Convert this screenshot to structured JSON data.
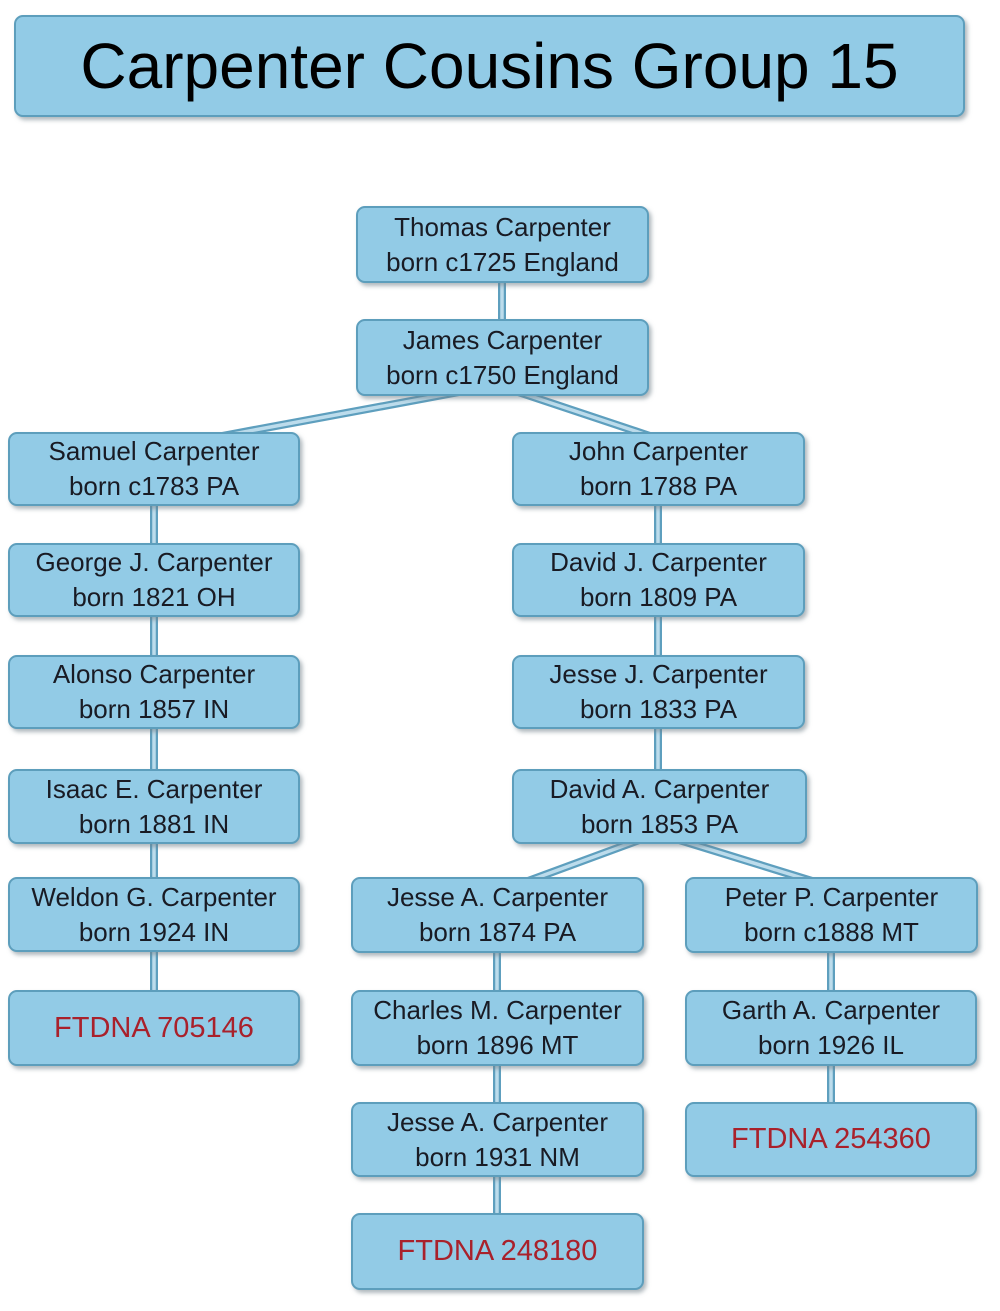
{
  "title": "Carpenter Cousins Group 15",
  "colors": {
    "background": "#ffffff",
    "box_fill": "#92cbe6",
    "box_border": "#5d9ebc",
    "connector_dark": "#5e9fbe",
    "connector_light": "#bcdcec",
    "name_text": "#191b24",
    "ftdna_text": "#a9212b"
  },
  "nodes": {
    "thomas": {
      "line1": "Thomas Carpenter",
      "line2": "born c1725 England"
    },
    "james": {
      "line1": "James Carpenter",
      "line2": "born c1750 England"
    },
    "samuel": {
      "line1": "Samuel Carpenter",
      "line2": "born c1783 PA"
    },
    "john": {
      "line1": "John Carpenter",
      "line2": "born 1788 PA"
    },
    "george": {
      "line1": "George J. Carpenter",
      "line2": "born 1821 OH"
    },
    "davidj": {
      "line1": "David J. Carpenter",
      "line2": "born 1809 PA"
    },
    "alonso": {
      "line1": "Alonso Carpenter",
      "line2": "born 1857 IN"
    },
    "jessej": {
      "line1": "Jesse J. Carpenter",
      "line2": "born 1833 PA"
    },
    "isaac": {
      "line1": "Isaac E. Carpenter",
      "line2": "born 1881 IN"
    },
    "davida": {
      "line1": "David A. Carpenter",
      "line2": "born 1853 PA"
    },
    "weldon": {
      "line1": "Weldon G. Carpenter",
      "line2": "born 1924 IN"
    },
    "jessea1874": {
      "line1": "Jesse A. Carpenter",
      "line2": "born 1874 PA"
    },
    "peterp": {
      "line1": "Peter P. Carpenter",
      "line2": "born c1888 MT"
    },
    "ftdna705146": {
      "label": "FTDNA 705146"
    },
    "charlesm": {
      "line1": "Charles M. Carpenter",
      "line2": "born 1896 MT"
    },
    "gartha": {
      "line1": "Garth A. Carpenter",
      "line2": "born 1926 IL"
    },
    "jessea1931": {
      "line1": "Jesse A. Carpenter",
      "line2": "born 1931 NM"
    },
    "ftdna254360": {
      "label": "FTDNA 254360"
    },
    "ftdna248180": {
      "label": "FTDNA 248180"
    }
  },
  "edges": [
    [
      "thomas",
      "james"
    ],
    [
      "james",
      "samuel"
    ],
    [
      "james",
      "john"
    ],
    [
      "samuel",
      "george"
    ],
    [
      "george",
      "alonso"
    ],
    [
      "alonso",
      "isaac"
    ],
    [
      "isaac",
      "weldon"
    ],
    [
      "weldon",
      "ftdna705146"
    ],
    [
      "john",
      "davidj"
    ],
    [
      "davidj",
      "jessej"
    ],
    [
      "jessej",
      "davida"
    ],
    [
      "davida",
      "jessea1874"
    ],
    [
      "davida",
      "peterp"
    ],
    [
      "jessea1874",
      "charlesm"
    ],
    [
      "charlesm",
      "jessea1931"
    ],
    [
      "jessea1931",
      "ftdna248180"
    ],
    [
      "peterp",
      "gartha"
    ],
    [
      "gartha",
      "ftdna254360"
    ]
  ]
}
